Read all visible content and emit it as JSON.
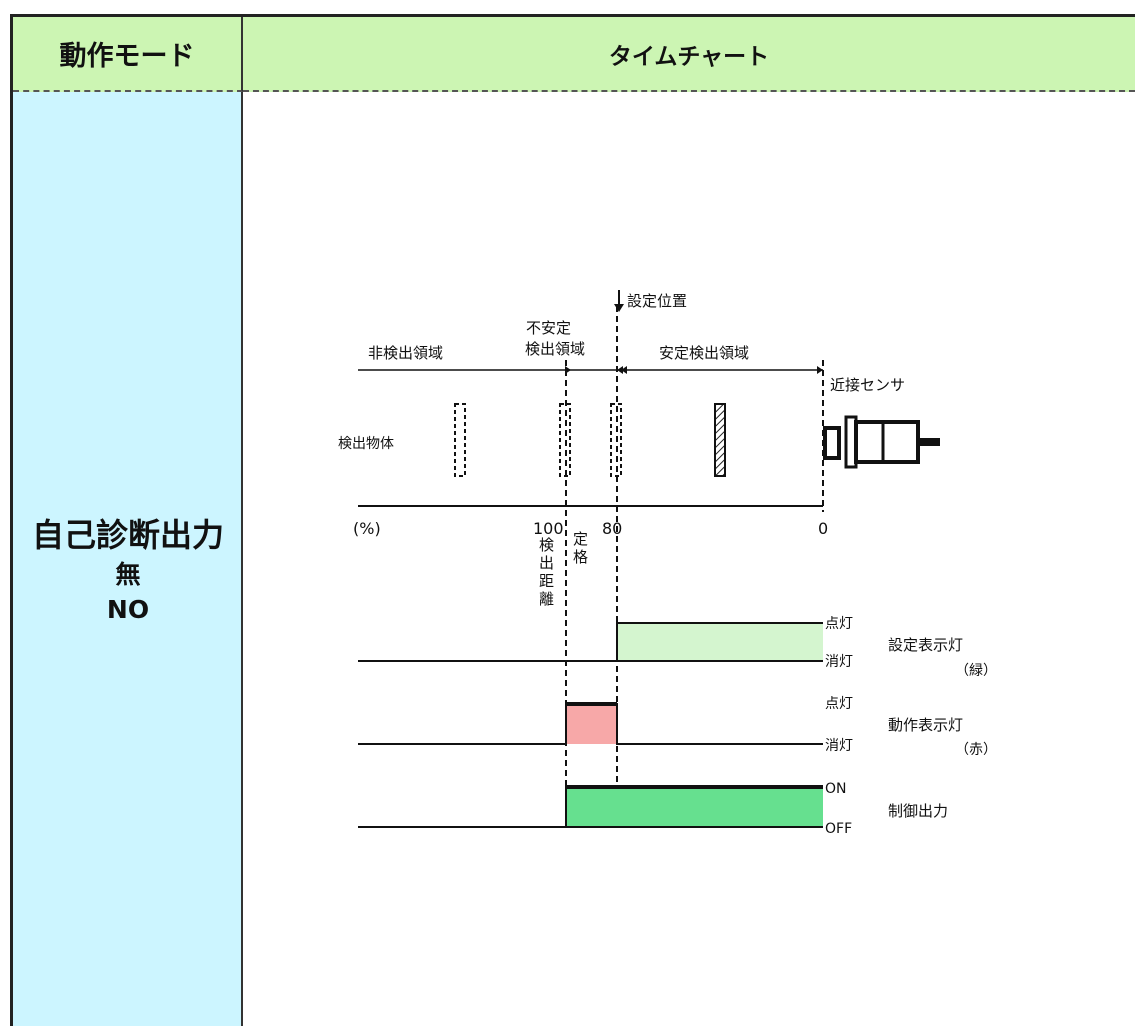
{
  "header": {
    "mode_label": "動作モード",
    "timechart_label": "タイムチャート"
  },
  "mode": {
    "line1": "自己診断出力",
    "line2": "無",
    "line3": "NO"
  },
  "diagram": {
    "setting_position": "設定位置",
    "unstable_region_line1": "不安定",
    "unstable_region_line2": "検出領域",
    "non_detection_region": "非検出領域",
    "stable_region": "安定検出領域",
    "sensor_label": "近接センサ",
    "object_label": "検出物体",
    "percent_unit": "(%)",
    "tick_100": "100",
    "tick_80": "80",
    "tick_0": "0",
    "detect_distance_chars": [
      "検",
      "出",
      "距",
      "離"
    ],
    "rated_chars": [
      "定",
      "格"
    ],
    "setting_lamp": {
      "on": "点灯",
      "off": "消灯",
      "name": "設定表示灯",
      "color": "（緑）",
      "fill": "#d4f5cf"
    },
    "operation_lamp": {
      "on": "点灯",
      "off": "消灯",
      "name": "動作表示灯",
      "color": "（赤）",
      "fill": "#f7a8a8"
    },
    "control_output": {
      "on": "ON",
      "off": "OFF",
      "name": "制御出力",
      "fill": "#66e08f"
    }
  }
}
